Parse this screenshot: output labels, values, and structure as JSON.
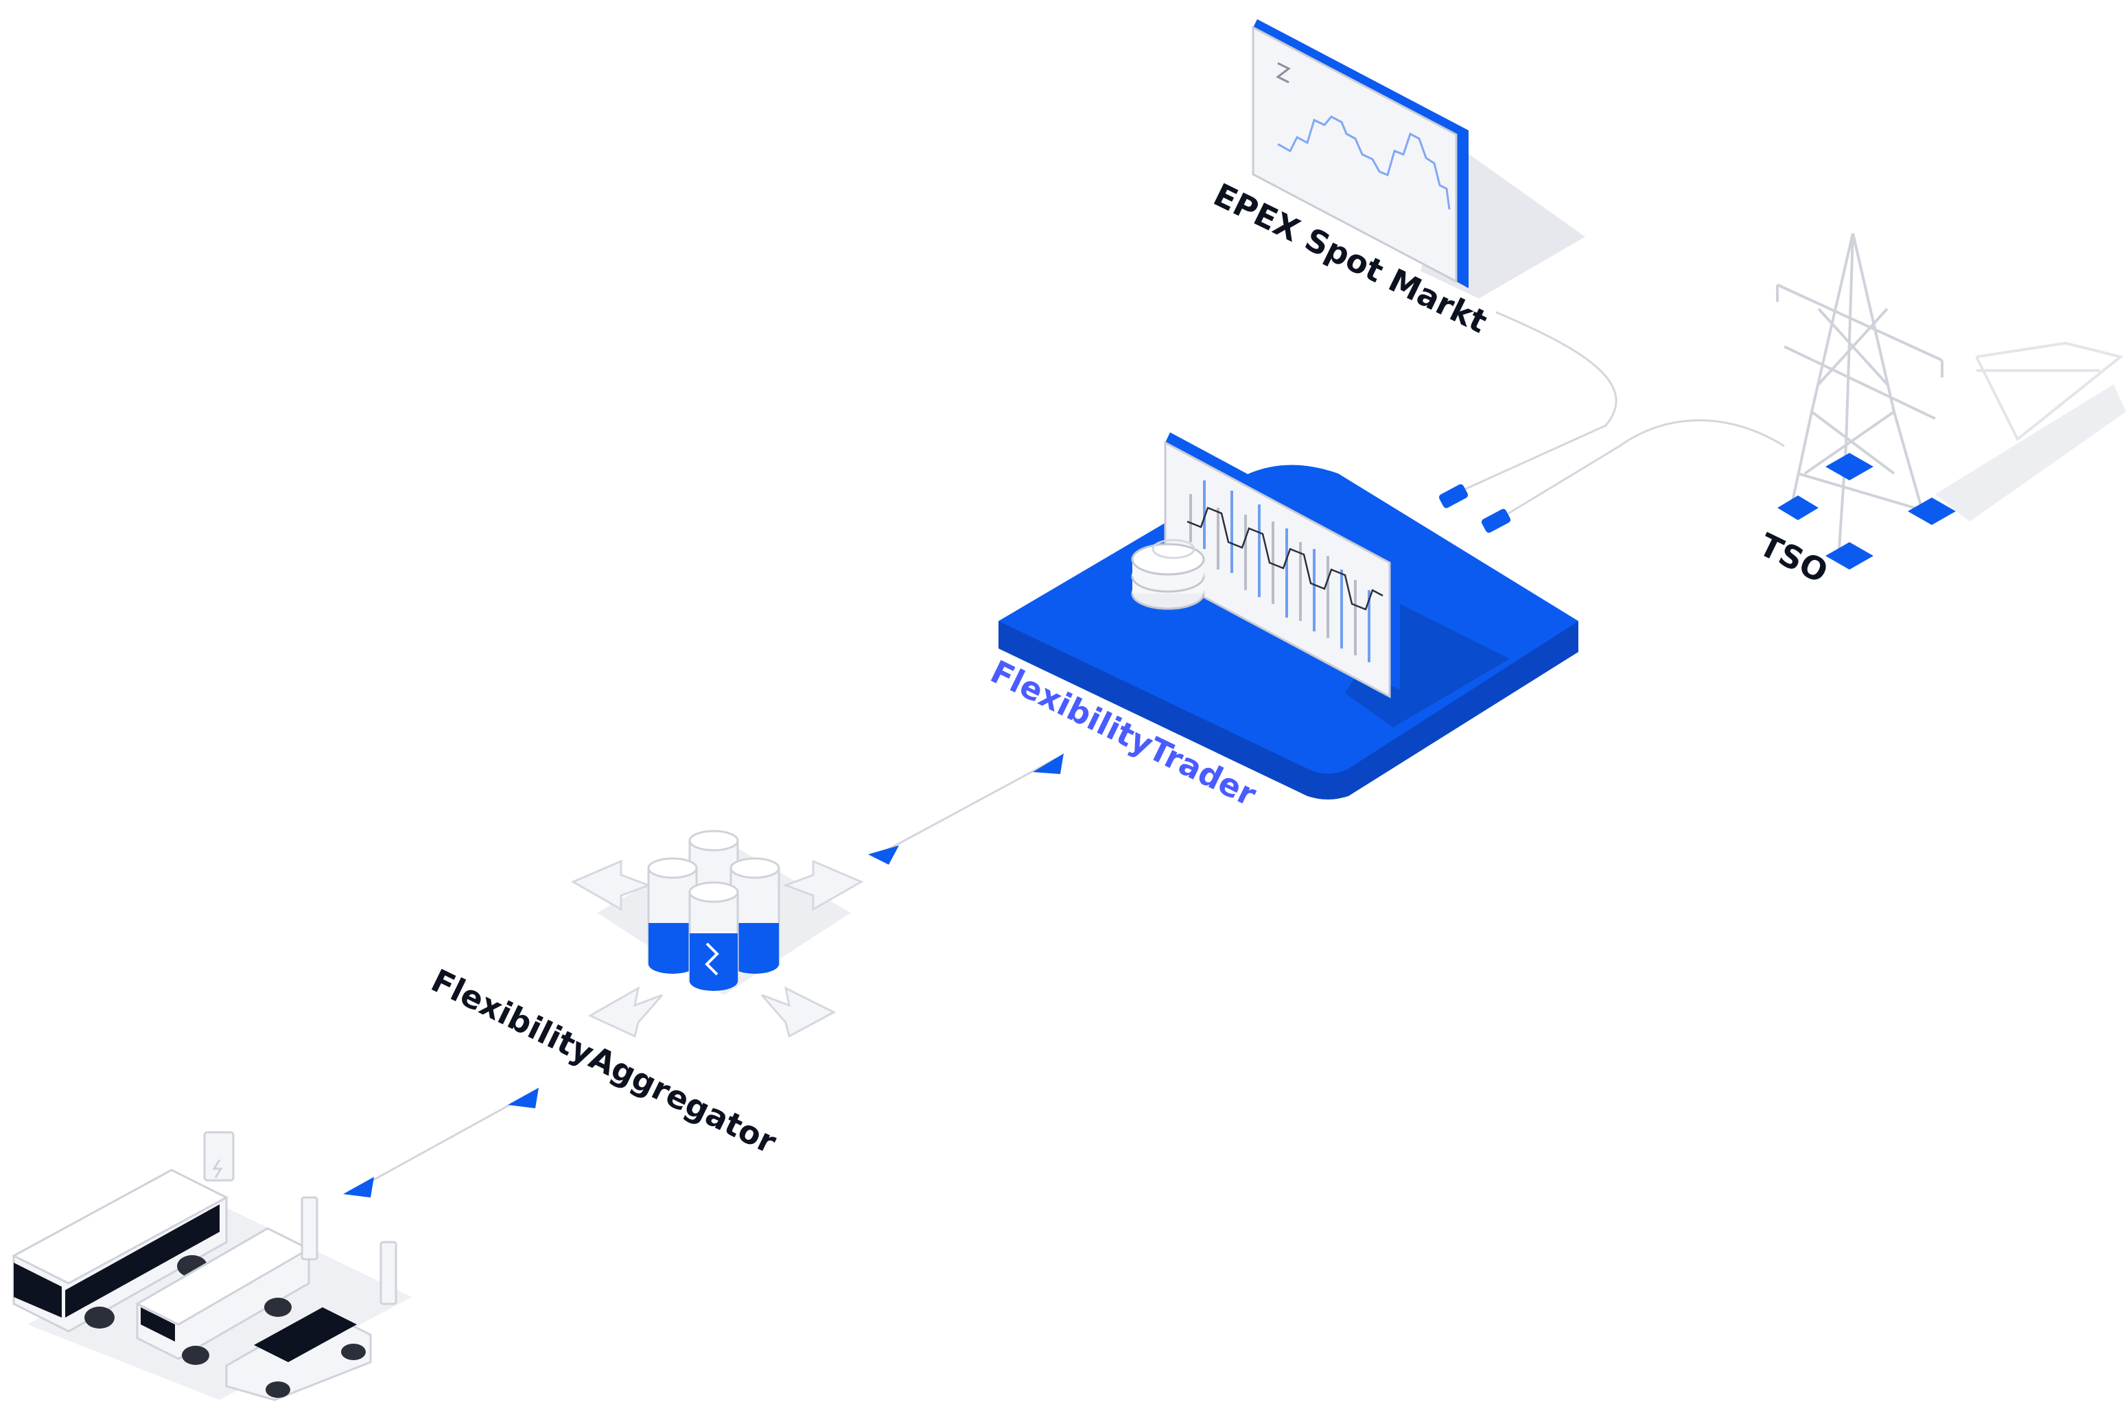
{
  "labels": {
    "epex": "EPEX Spot Markt",
    "tso": "TSO",
    "trader": "FlexibilityTrader",
    "aggregator": "FlexibilityAggregator"
  },
  "icons": {
    "market_screen": "price-chart-screen-icon",
    "tower": "transmission-tower-icon",
    "trader_platform": "trading-platform-icon",
    "coins": "coin-stack-icon",
    "batteries": "battery-cluster-icon",
    "vehicles": "electric-vehicle-fleet-icon",
    "chargers": "charging-station-icon"
  },
  "colors": {
    "brand_blue": "#0b5bf0",
    "brand_blue_dark": "#0a46c4",
    "trader_label": "#4a5cff",
    "ink": "#0d1220",
    "line_gray": "#d3d6de",
    "shadow": "#e6e8ee"
  }
}
